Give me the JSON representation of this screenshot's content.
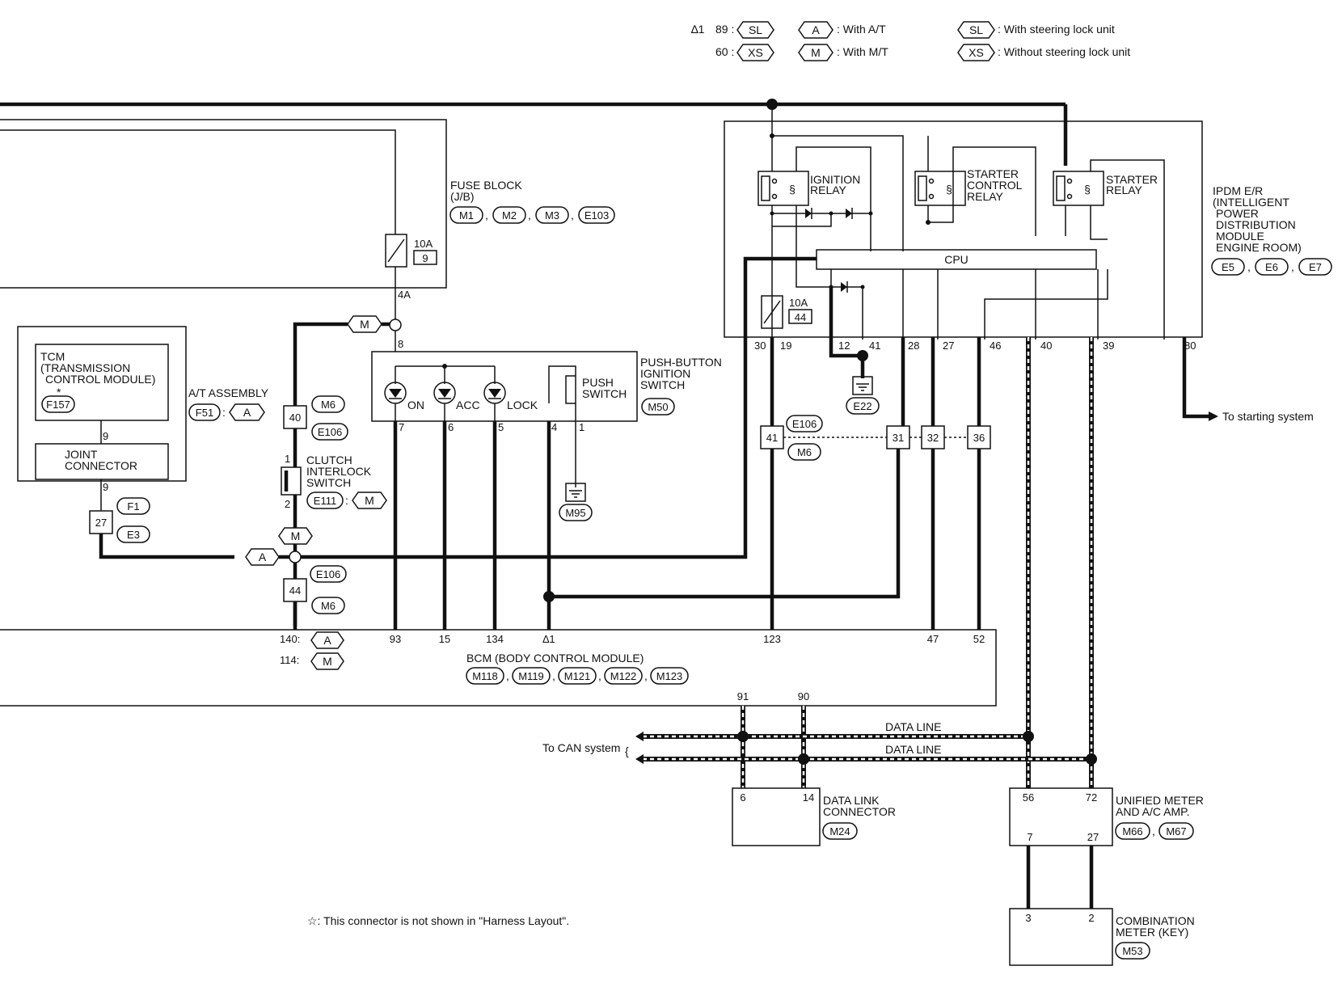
{
  "legend": {
    "star_ref": "∆1",
    "sl_num": "89 :",
    "xs_num": "60 :",
    "sl_tag": "SL",
    "xs_tag": "XS",
    "a_tag": "A",
    "m_tag": "M",
    "a_desc": ": With A/T",
    "m_desc": ": With M/T",
    "sl_desc": ": With steering lock unit",
    "xs_desc": ": Without steering lock unit"
  },
  "fuse_block": {
    "title1": "FUSE BLOCK",
    "title2": "(J/B)",
    "connectors": [
      "M1",
      "M2",
      "M3",
      "E103"
    ],
    "fuse_amp": "10A",
    "fuse_no": "9",
    "terminal": "4A"
  },
  "tcm": {
    "line1": "TCM",
    "line2": "(TRANSMISSION",
    "line3": "CONTROL MODULE)",
    "star": "*",
    "connector": "F157",
    "pin": "9"
  },
  "at_assembly": {
    "label": "A/T ASSEMBLY",
    "connector": "F51",
    "variant": "A"
  },
  "joint_connector": {
    "line1": "JOINT",
    "line2": "CONNECTOR",
    "pin": "9"
  },
  "j27": {
    "pin": "27",
    "conn1": "F1",
    "conn2": "E3"
  },
  "j40": {
    "pin": "40",
    "conn1": "M6",
    "conn2": "E106"
  },
  "j44": {
    "pin": "44",
    "conn1": "E106",
    "conn2": "M6"
  },
  "clutch_switch": {
    "line1": "CLUTCH",
    "line2": "INTERLOCK",
    "line3": "SWITCH",
    "connector": "E111",
    "variant": "M",
    "pin_top": "1",
    "pin_bottom": "2"
  },
  "hex_m_a": "M",
  "hex_m_b": "M",
  "hex_a": "A",
  "push_button": {
    "line1": "PUSH-BUTTON",
    "line2": "IGNITION",
    "line3": "SWITCH",
    "connector": "M50",
    "pin_in": "8",
    "on": "ON",
    "acc": "ACC",
    "lock": "LOCK",
    "push1": "PUSH",
    "push2": "SWITCH",
    "pins": [
      "7",
      "6",
      "5",
      "4",
      "1"
    ],
    "ground": "M95"
  },
  "ipdm": {
    "line1": "IPDM E/R",
    "line2": "(INTELLIGENT",
    "line3": "POWER",
    "line4": "DISTRIBUTION",
    "line5": "MODULE",
    "line6": "ENGINE ROOM)",
    "connectors": [
      "E5",
      "E6",
      "E7"
    ],
    "ign1": "IGNITION",
    "ign2": "RELAY",
    "scr1": "STARTER",
    "scr2": "CONTROL",
    "scr3": "RELAY",
    "str1": "STARTER",
    "str2": "RELAY",
    "cpu": "CPU",
    "fuse_amp": "10A",
    "fuse_no": "44",
    "pins": [
      "30",
      "19",
      "12",
      "41",
      "28",
      "27",
      "46",
      "40",
      "39",
      "80"
    ],
    "ground": "E22",
    "to_starting": "To starting system"
  },
  "mid_junction": {
    "pin41": "41",
    "conn_top": "E106",
    "conn_bottom": "M6",
    "pin31": "31",
    "pin32": "32",
    "pin36": "36"
  },
  "bcm": {
    "title": "BCM (BODY CONTROL MODULE)",
    "connectors": [
      "M118",
      "M119",
      "M121",
      "M122",
      "M123"
    ],
    "pin140": "140:",
    "pin114": "114:",
    "tag_a": "A",
    "tag_m": "M",
    "pins": [
      "93",
      "15",
      "134",
      "∆1",
      "123",
      "47",
      "52"
    ],
    "can_pins": [
      "91",
      "90"
    ]
  },
  "can": {
    "label": "To CAN system",
    "data1": "DATA LINE",
    "data2": "DATA LINE"
  },
  "dlc": {
    "line1": "DATA LINK",
    "line2": "CONNECTOR",
    "connector": "M24",
    "pins": [
      "6",
      "14"
    ]
  },
  "unified_meter": {
    "line1": "UNIFIED METER",
    "line2": "AND A/C AMP.",
    "connectors": [
      "M66",
      "M67"
    ],
    "pins_top": [
      "56",
      "72"
    ],
    "pins_bottom": [
      "7",
      "27"
    ]
  },
  "combination_meter": {
    "line1": "COMBINATION",
    "line2": "METER (KEY)",
    "connector": "M53",
    "pins": [
      "3",
      "2"
    ]
  },
  "footnote": "☆: This connector is not shown in \"Harness Layout\"."
}
